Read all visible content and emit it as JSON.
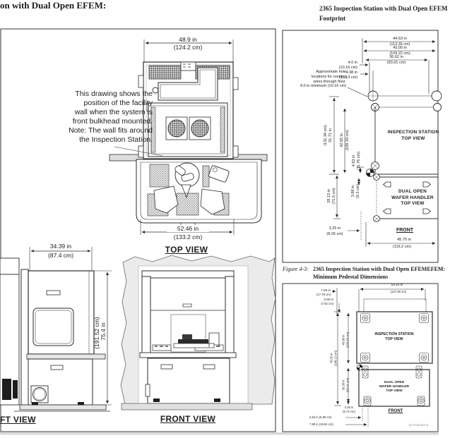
{
  "page": {
    "heading_left": "on with Dual Open EFEM:",
    "heading_right": "2365 Inspection Station with Dual Open EFEM",
    "heading_right_sub": "Footprint",
    "figure_caption": {
      "label": "Figure 4-3:",
      "title_line1": "2365 Inspection Station with Dual Open EFEMEFEM:",
      "title_line2": "Minimum Pedestal Dimensions"
    },
    "footnote": "16 Pedestal w"
  },
  "left_panel": {
    "note": "This drawing shows the\nposition of the facility\nwall when the system is\nfront bulkhead mounted.\nNote: The wall fits around\nthe Inspection Station.",
    "top_view_label": "TOP VIEW",
    "left_view_label": "FT VIEW",
    "front_view_label": "FRONT VIEW",
    "dims": {
      "top_width_in": "48.9 in",
      "top_width_cm": "(124.2 cm)",
      "bottom_width_in": "52.46 in",
      "bottom_width_cm": "(133.2 cm)",
      "side_width_in": "34.39 in",
      "side_width_cm": "(87.4 cm)",
      "height_in": "75.4 in",
      "height_cm": "(191.52 cm)"
    }
  },
  "figure1": {
    "station_label": "INSPECTION STATION\nTOP VIEW",
    "handler_label": "DUAL OPEN\nWAFER HANDLER\nTOP VIEW",
    "front_label": "FRONT",
    "hole_note": "Approximate hole\nlocations for running\nwires through floor.\n4.0 in minimum (10.16 cm)",
    "dims": {
      "w1_in": "44.63 in",
      "w1_cm": "(113.36 cm)",
      "w2_in": "43.00 in",
      "w2_cm": "(109.22 cm)",
      "w3_in": "36.62 in",
      "w3_cm": "(93.01 cm)",
      "off1_in": "4.0 in",
      "off1_cm": "(10.16 cm)",
      "off2_in": "4.38 in",
      "off2_cm": "(11.13 cm)",
      "h1_in": "51.71 in",
      "h1_cm": "(131.34 cm)",
      "h2_in": "42.65 in",
      "h2_cm": "(108.33 cm)",
      "h3_in": "4.63 in",
      "h3_cm": "(11.76 cm)",
      "h4_in": "28.13 in",
      "h4_cm": "(71.5 cm)",
      "h5_in": "3.68 in",
      "h5_cm": "(9.3 cm)",
      "b1_in": "3.25 in",
      "b1_cm": "(8.26 cm)",
      "b2_in": "45.75 in",
      "b2_cm": "(116.2 cm)"
    }
  },
  "figure2": {
    "station_label": "INSPECTION STATION\nTOP VIEW",
    "handler_label": "DUAL OPEN\nWAFER HANDLER\nTOP VIEW",
    "front_label": "FRONT",
    "dims": {
      "w_in": "54.25 in",
      "w_cm": "(137.80 cm)",
      "off1_in": "7.00 in",
      "off1_cm": "(17.78 cm)",
      "off2_in": "3.00 in",
      "off2_cm": "(7.62 cm)",
      "h1_in": "78.00 in",
      "h1_cm": "(198.12 cm)",
      "h2_in": "40.88 in",
      "h2_cm": "(103.84 cm)",
      "h3_in": "36.38 in",
      "h3_cm": "(92.41 cm)",
      "b1_in": "2.25 in",
      "b1_cm": "(5.72 cm)",
      "b2_in": "2.62 in",
      "b2_cm": "(6.65 cm)",
      "b3_in": "7.80 in",
      "b3_cm": "(19.81 cm)"
    }
  }
}
